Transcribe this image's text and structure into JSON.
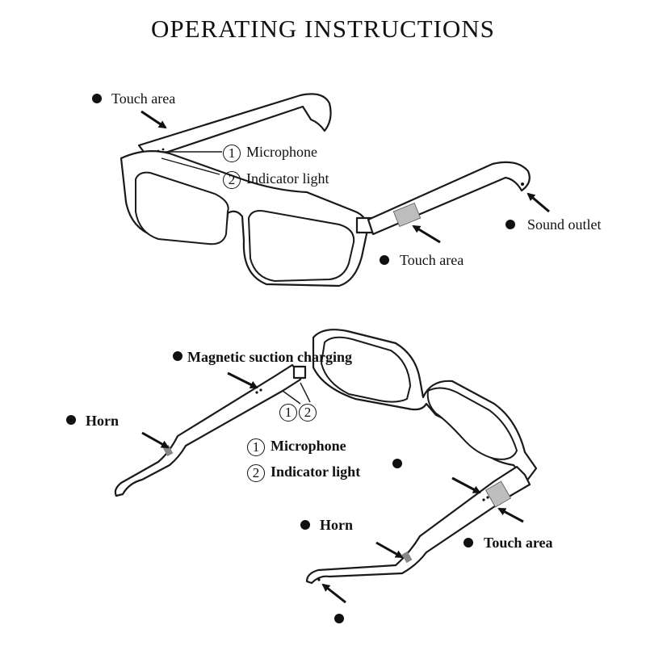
{
  "title": "OPERATING INSTRUCTIONS",
  "top_view": {
    "touch_area_1": "Touch area",
    "microphone": "Microphone",
    "indicator_light": "Indicator light",
    "num_1": "1",
    "num_2": "2",
    "sound_outlet": "Sound outlet",
    "touch_area_2": "Touch area"
  },
  "bottom_view": {
    "magnetic_charging": "Magnetic suction charging",
    "horn_left": "Horn",
    "num_1": "1",
    "num_2": "2",
    "legend_num_1": "1",
    "legend_microphone": "Microphone",
    "legend_num_2": "2",
    "legend_indicator_light": "Indicator light",
    "horn_right": "Horn",
    "touch_area": "Touch area"
  },
  "colors": {
    "line": "#1a1a1a",
    "touch_pad": "#bdbdbd",
    "background": "#ffffff"
  }
}
